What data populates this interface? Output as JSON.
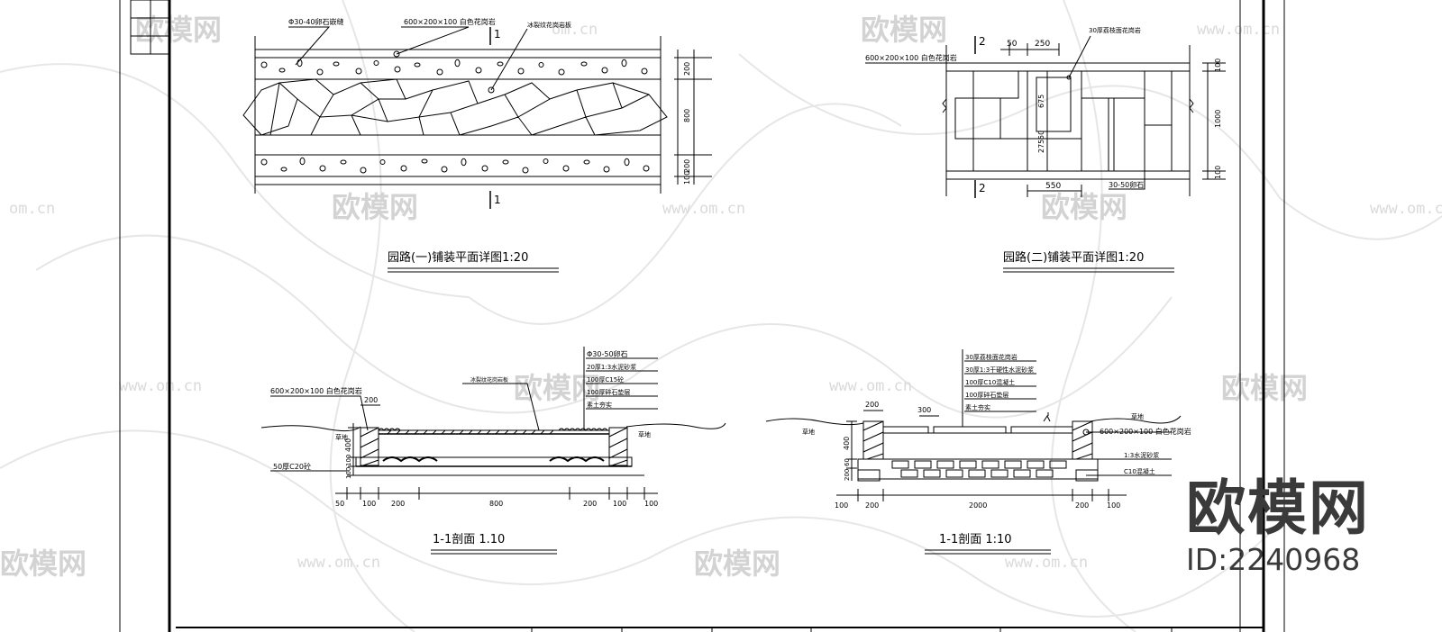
{
  "watermark": {
    "brand": "欧模网",
    "url": "www.om.cn",
    "url_partial": "om.cn",
    "id_text": "ID:2240968"
  },
  "drawings": {
    "plan1": {
      "title": "园路(一)铺装平面详图1:20",
      "labels": {
        "pebble": "Φ30-40卵石嵌缝",
        "curb": "600×200×100 白色花岗岩",
        "ice": "冰裂纹花岗岩板",
        "section_mark": "1"
      },
      "dims": [
        "200",
        "800",
        "200",
        "100"
      ]
    },
    "plan2": {
      "title": "园路(二)铺装平面详图1:20",
      "labels": {
        "curb": "600×200×100 白色花岗岩",
        "top": "30厚荔枝面花岗岩",
        "pebble": "30-50卵石",
        "section_mark": "2"
      },
      "dims": [
        "50",
        "250",
        "100",
        "1000",
        "100",
        "675",
        "275",
        "50",
        "550"
      ]
    },
    "section1": {
      "title": "1-1剖面 1.10",
      "layers": [
        "Φ30-50卵石",
        "20厚1:3水泥砂浆",
        "100厚C15砼",
        "100厚碎石垫层",
        "素土夯实"
      ],
      "labels": {
        "curb": "600×200×100 白色花岗岩",
        "slab": "冰裂纹花岗岩板",
        "ground_l": "草地",
        "ground_r": "草地",
        "c20": "50厚C20砼"
      },
      "dims_h": [
        "50",
        "100",
        "200",
        "800",
        "200",
        "100",
        "100"
      ],
      "dims_top": "200",
      "dims_v": [
        "400",
        "100",
        "100"
      ]
    },
    "section2": {
      "title": "1-1剖面 1:10",
      "layers": [
        "30厚荔枝面花岗岩",
        "30厚1:3干硬性水泥砂浆",
        "100厚C10混凝土",
        "100厚碎石垫层",
        "素土夯实"
      ],
      "labels": {
        "curb": "600×200×100 白色花岗岩",
        "mortar": "1:3水泥砂浆",
        "c10": "C10混凝土",
        "ground_l": "草地",
        "ground_r": "草地"
      },
      "dims_h": [
        "100",
        "200",
        "2000",
        "200",
        "100"
      ],
      "dims_top": [
        "200",
        "300"
      ],
      "dims_v": [
        "400",
        "200",
        "60"
      ]
    }
  },
  "colors": {
    "line": "#000000",
    "watermark": "#cfcfcf",
    "background": "#ffffff"
  }
}
